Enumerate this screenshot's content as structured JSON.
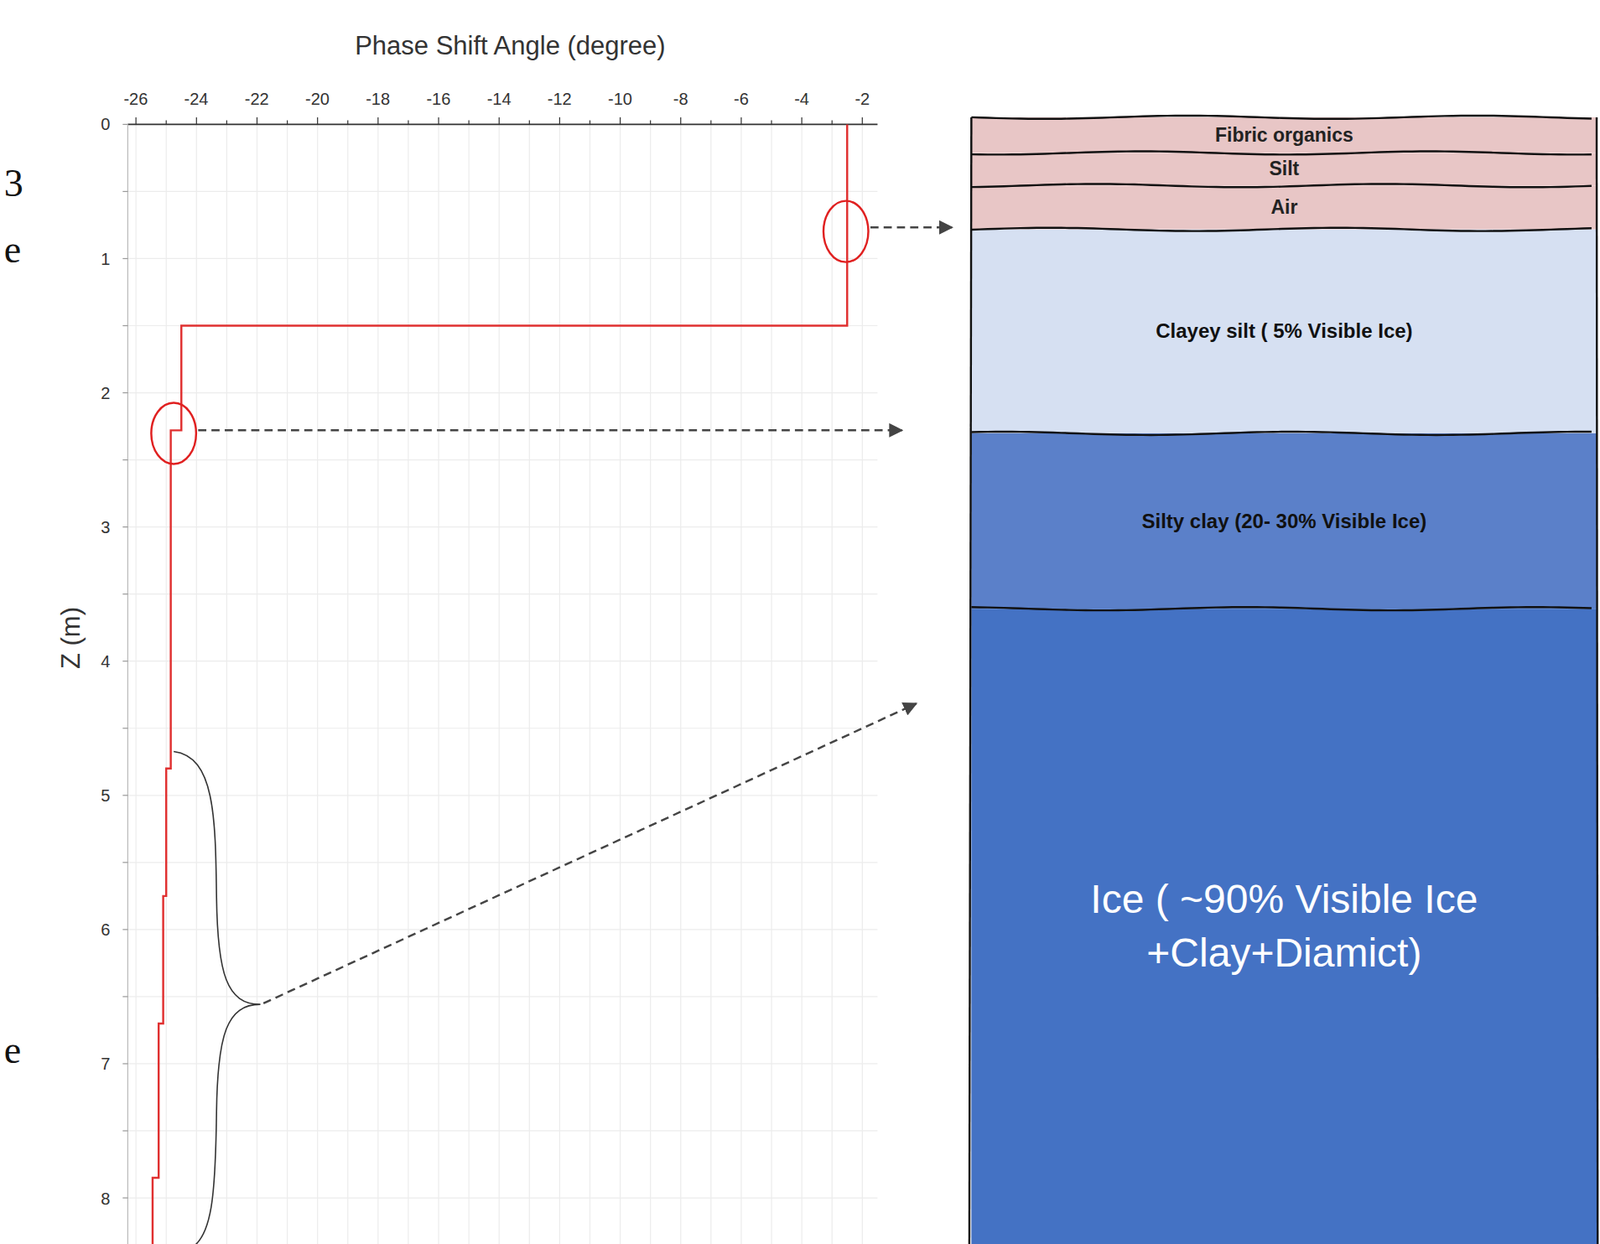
{
  "diagram": {
    "nodes": [
      {
        "text": [
          "Fibric organics"
        ]
      },
      {
        "text": [
          "Silt"
        ]
      },
      {
        "text": [
          "Air"
        ]
      },
      {
        "text": [
          "Clayey silt ( 5% Visible Ice)"
        ]
      },
      {
        "text": [
          "Silty clay (20- 30% Visible Ice)"
        ]
      },
      {
        "text": [
          "Ice ( ~90% Visible Ice +Clay+Diamict)"
        ]
      }
    ],
    "labels": [
      "Phase Shift Angle (degree)",
      "-26",
      "-24",
      "-22",
      "-20",
      "-18",
      "-16",
      "-14",
      "-12",
      "-10",
      "-8",
      "-6",
      "-4",
      "-2",
      "0",
      "1",
      "2",
      "3",
      "4",
      "5",
      "6",
      "7",
      "8",
      "Z (m)",
      "3",
      "e",
      "e"
    ]
  }
}
